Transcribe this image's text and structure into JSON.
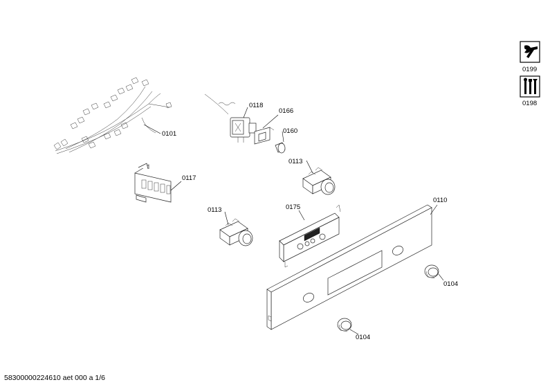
{
  "labels": {
    "p0101": "0101",
    "p0118": "0118",
    "p0166": "0166",
    "p0160": "0160",
    "p0113a": "0113",
    "p0117": "0117",
    "p0113b": "0113",
    "p0175": "0175",
    "p0110": "0110",
    "p0104a": "0104",
    "p0104b": "0104"
  },
  "service_icons": {
    "top": {
      "label": "0199",
      "icon": "wrench-icon"
    },
    "bottom": {
      "label": "0198",
      "icon": "tools-icon"
    }
  },
  "footer": {
    "document_id": "58300000224610 aet 000 a 1/6"
  }
}
